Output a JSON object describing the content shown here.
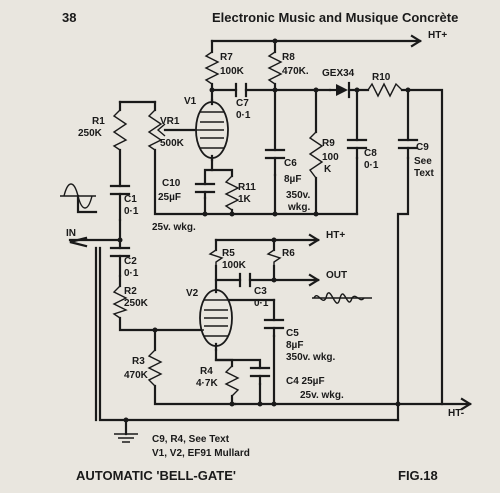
{
  "header": {
    "page_number": "38",
    "book_title": "Electronic Music and Musique Concrète"
  },
  "labels": {
    "ht_plus_top": "HT+",
    "ht_plus_mid": "HT+",
    "ht_minus": "HT-",
    "r7": "R7",
    "r7_val": "100K",
    "r8": "R8",
    "r8_val": "470K.",
    "gex34": "GEX34",
    "r10": "R10",
    "v1": "V1",
    "vr1": "VR1",
    "vr1_val": "500K",
    "c7": "C7",
    "c7_val": "0·1",
    "r1": "R1",
    "r1_val": "250K",
    "c6": "C6",
    "c6_val": "8µF",
    "c6_v": "350v.",
    "c6_w": "wkg.",
    "r9": "R9",
    "r9_val1": "100",
    "r9_val2": "K",
    "c8": "C8",
    "c8_val": "0·1",
    "c9": "C9",
    "c9_see": "See",
    "c9_text": "Text",
    "c1": "C1",
    "c1_val": "0·1",
    "c10": "C10",
    "c10_val": "25µF",
    "r11": "R11",
    "r11_val": "1K",
    "c10_v": "25v. wkg.",
    "in": "IN",
    "r5": "R5",
    "r5_val": "100K",
    "r6": "R6",
    "c2": "C2",
    "c2_val": "0·1",
    "out": "OUT",
    "c3": "C3",
    "c3_val": "0·1",
    "r2": "R2",
    "r2_val": "250K",
    "v2": "V2",
    "c5": "C5",
    "c5_val": "8µF",
    "c5_v": "350v. wkg.",
    "r3": "R3",
    "r3_val": "470K",
    "r4": "R4",
    "r4_val": "4·7K",
    "c4": "C4  25µF",
    "c4_v": "25v. wkg."
  },
  "notes": {
    "line1": "C9, R4, See Text",
    "line2": "V1, V2, EF91 Mullard"
  },
  "caption": {
    "title": "AUTOMATIC 'BELL-GATE'",
    "fig": "FIG.18"
  }
}
